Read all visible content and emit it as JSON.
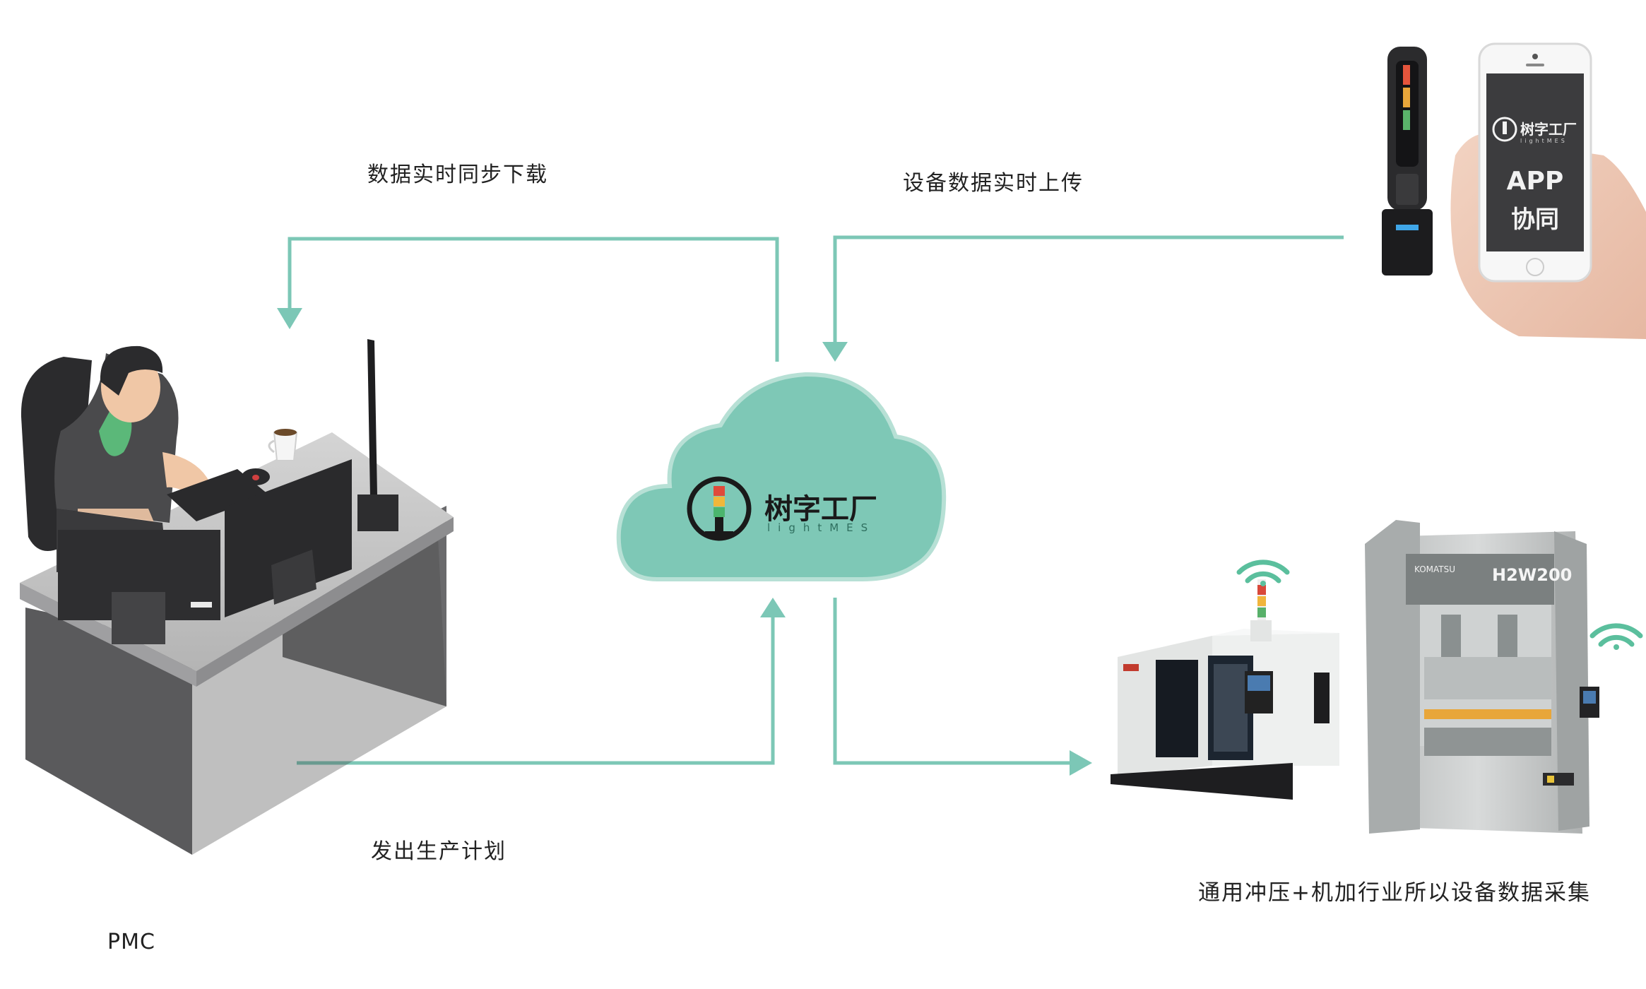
{
  "labels": {
    "download": "数据实时同步下载",
    "upload": "设备数据实时上传",
    "plan": "发出生产计划",
    "collect": "通用冲压+机加行业所以设备数据采集",
    "pmc": "PMC"
  },
  "cloud": {
    "brand": "树字工厂",
    "sub": "lightMES"
  },
  "phone": {
    "brand": "树字工厂",
    "sub": "lightMES",
    "line1": "APP",
    "line2": "协同"
  },
  "press": {
    "maker": "KOMATSU",
    "model": "H2W200"
  },
  "colors": {
    "arrow": "#7cc7b6",
    "cloud": "#7ec8b6",
    "cloud_edge": "#b7e0d5",
    "machine": "#e9ebea",
    "desk_top": "#c9c9c9",
    "desk_leg": "#5a5a5c"
  }
}
